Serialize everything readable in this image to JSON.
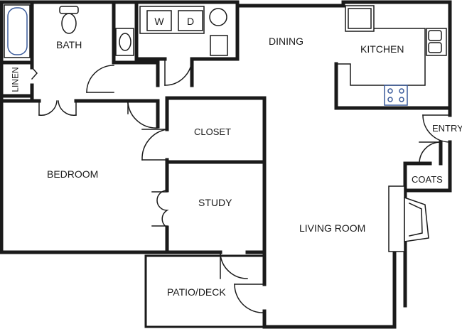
{
  "rooms": {
    "bath": "BATH",
    "dining": "DINING",
    "kitchen": "KITCHEN",
    "linen": "LINEN",
    "closet": "CLOSET",
    "entry": "ENTRY",
    "bedroom": "BEDROOM",
    "coats": "COATS",
    "study": "STUDY",
    "living_room": "LIVING ROOM",
    "patio": "PATIO/DECK"
  },
  "appliances": {
    "washer": "W",
    "dryer": "D"
  },
  "colors": {
    "wall": "#1a1a1a",
    "fill": "#ffffff",
    "fixture": "#3a5a9a"
  }
}
